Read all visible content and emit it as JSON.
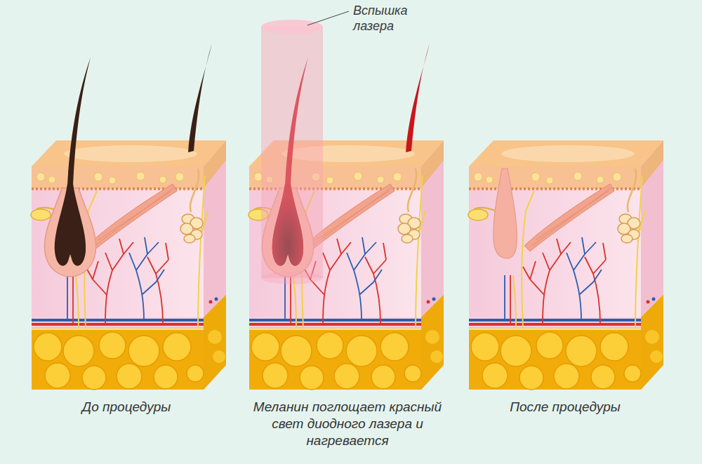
{
  "diagram": {
    "labels": [
      "Вспышка лазера",
      "До процедуры",
      "Меланин поглощает красный свет диодного лазера и нагревается",
      "После процедуры"
    ]
  }
}
